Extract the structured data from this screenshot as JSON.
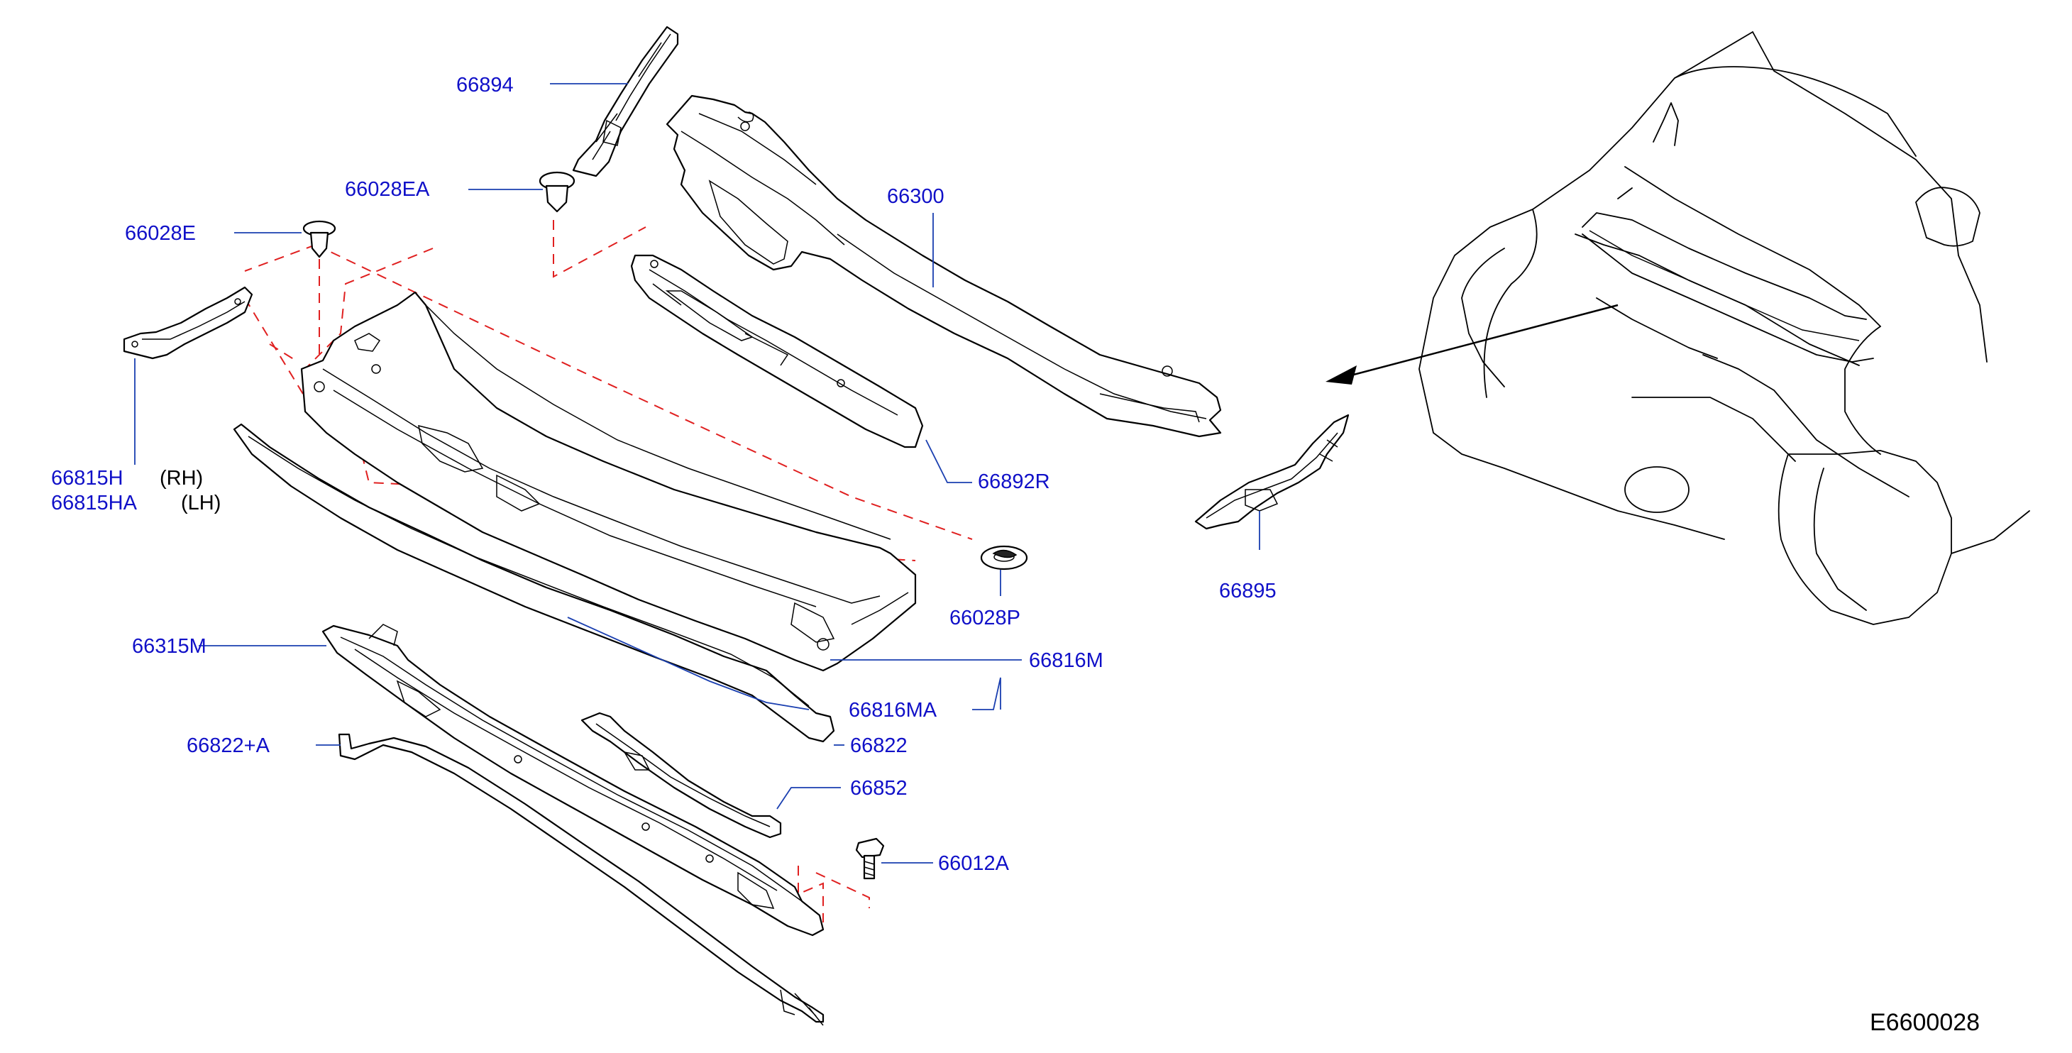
{
  "diagram_code": "E6600028",
  "labels": {
    "p66894": "66894",
    "p66028EA": "66028EA",
    "p66028E": "66028E",
    "p66300": "66300",
    "p66815H": "66815H",
    "p66815H_side": "(RH)",
    "p66815HA": "66815HA",
    "p66815HA_side": "(LH)",
    "p66892R": "66892R",
    "p66895": "66895",
    "p66028P": "66028P",
    "p66816M": "66816M",
    "p66315M": "66315M",
    "p66816MA": "66816MA",
    "p66822": "66822",
    "p66822A": "66822+A",
    "p66852": "66852",
    "p66012A": "66012A"
  },
  "colors": {
    "label": "#1010c8",
    "leader": "#1a3fb0",
    "hidden_line": "#e02020",
    "part_outline": "#000000"
  }
}
